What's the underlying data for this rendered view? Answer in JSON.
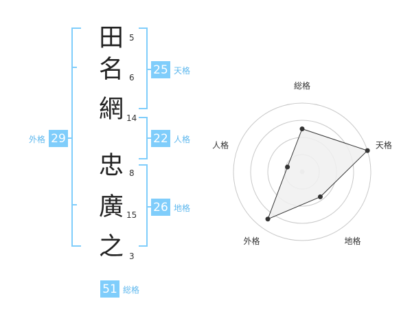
{
  "name": {
    "chars": [
      {
        "char": "田",
        "strokes": "5"
      },
      {
        "char": "名",
        "strokes": "6"
      },
      {
        "char": "網",
        "strokes": "14"
      },
      {
        "char": "忠",
        "strokes": "8"
      },
      {
        "char": "廣",
        "strokes": "15"
      },
      {
        "char": "之",
        "strokes": "3"
      }
    ]
  },
  "kaku": {
    "tenkaku": {
      "value": "25",
      "label": "天格"
    },
    "jinkaku": {
      "value": "22",
      "label": "人格"
    },
    "chikaku": {
      "value": "26",
      "label": "地格"
    },
    "gaikaku": {
      "value": "29",
      "label": "外格"
    },
    "soukaku": {
      "value": "51",
      "label": "総格"
    }
  },
  "radar": {
    "axes": [
      "総格",
      "天格",
      "地格",
      "外格",
      "人格"
    ],
    "levels": 4,
    "values": [
      2.5,
      4.0,
      1.8,
      3.4,
      0.9
    ],
    "max": 4
  },
  "colors": {
    "accent": "#7fcdfb",
    "accent_text": "#5fb8ee",
    "ink": "#222222",
    "radar_fill": "#f0f0f0",
    "radar_line": "#333333",
    "ring": "#c8c8c8"
  }
}
